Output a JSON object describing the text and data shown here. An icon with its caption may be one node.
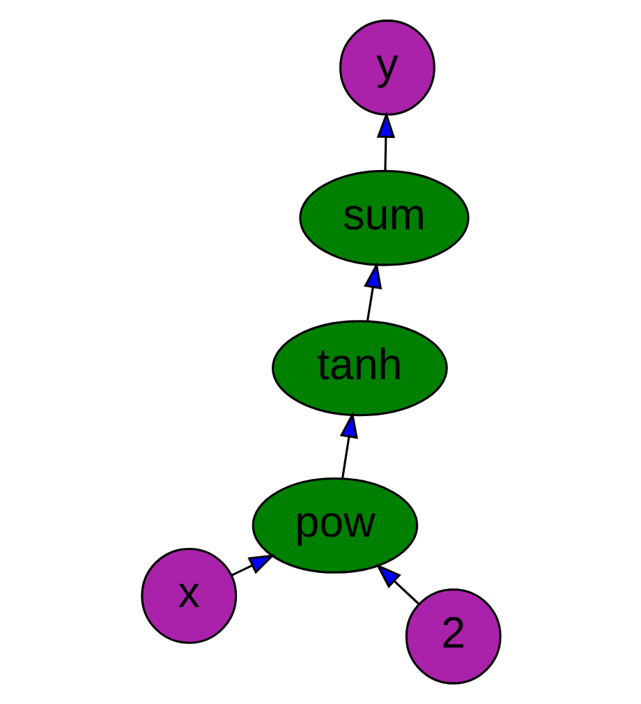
{
  "diagram": {
    "nodes": [
      {
        "text": [
          "x"
        ]
      },
      {
        "text": [
          "pow"
        ]
      },
      {
        "text": [
          "2"
        ]
      },
      {
        "text": [
          "tanh"
        ]
      },
      {
        "text": [
          "sum"
        ]
      },
      {
        "text": [
          "y"
        ]
      }
    ],
    "edges": [
      {
        "from": 0,
        "to": 1,
        "arrow": "to"
      },
      {
        "from": 2,
        "to": 1,
        "arrow": "to"
      },
      {
        "from": 1,
        "to": 3,
        "arrow": "to"
      },
      {
        "from": 3,
        "to": 4,
        "arrow": "to"
      },
      {
        "from": 4,
        "to": 5,
        "arrow": "to"
      }
    ]
  }
}
